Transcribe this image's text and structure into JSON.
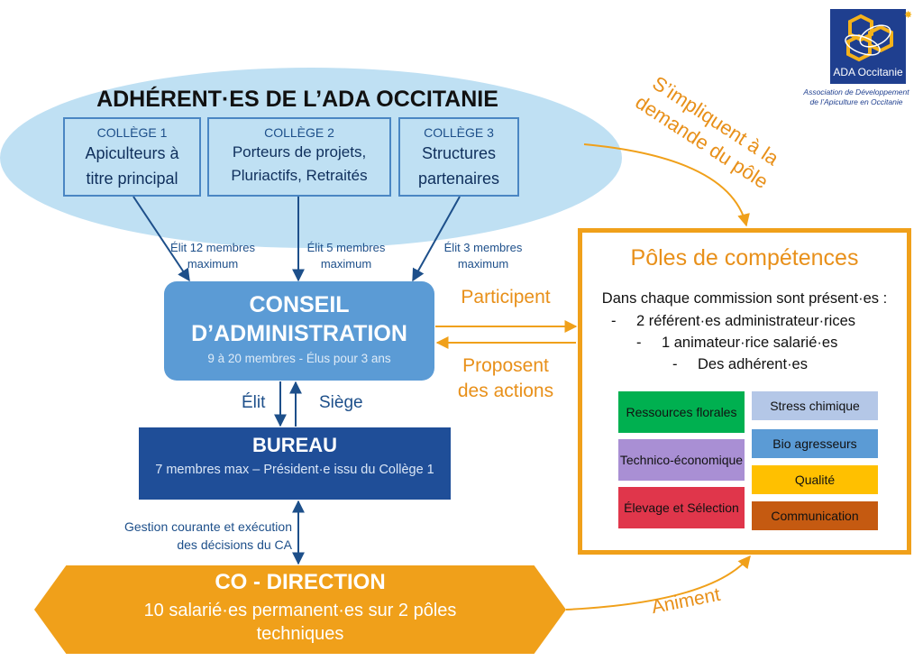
{
  "adherents": {
    "title": "ADHÉRENT·ES DE L’ADA OCCITANIE",
    "colleges": [
      {
        "title": "COLLÈGE 1",
        "line1": "Apiculteurs à",
        "line2": "titre principal"
      },
      {
        "title": "COLLÈGE 2",
        "line1": "Porteurs de projets,",
        "line2": "Pluriactifs, Retraités"
      },
      {
        "title": "COLLÈGE 3",
        "line1": "Structures",
        "line2": "partenaires"
      }
    ],
    "elections": [
      {
        "line1": "Élit 12 membres",
        "line2": "maximum"
      },
      {
        "line1": "Élit 5 membres",
        "line2": "maximum"
      },
      {
        "line1": "Élit 3 membres",
        "line2": "maximum"
      }
    ]
  },
  "conseil": {
    "line1": "CONSEIL",
    "line2": "D’ADMINISTRATION",
    "subtitle": "9 à 20 membres - Élus pour 3 ans"
  },
  "ca_bureau_links": {
    "elit": "Élit",
    "siege": "Siège"
  },
  "bureau": {
    "title": "BUREAU",
    "subtitle": "7 membres max – Président·e issu du Collège 1"
  },
  "gestion": {
    "line1": "Gestion courante et exécution",
    "line2": "des décisions du CA"
  },
  "codirection": {
    "title": "CO - DIRECTION",
    "line1": "10 salarié·es permanent·es sur 2 pôles",
    "line2": "techniques"
  },
  "links": {
    "participent": "Participent",
    "proposent_line1": "Proposent",
    "proposent_line2": "des actions",
    "animent": "Animent",
    "impliquent_line1": "S’impliquent à la",
    "impliquent_line2": "demande du pôle"
  },
  "poles": {
    "title": "Pôles de compétences",
    "intro": "Dans chaque commission sont présent·es :",
    "items": [
      {
        "dash": "-",
        "label": "2 référent·es administrateur·rices"
      },
      {
        "dash": "-",
        "label": "1 animateur·rice salarié·es"
      },
      {
        "dash": "-",
        "label": "Des adhérent·es"
      }
    ],
    "commissions": [
      {
        "label": "Ressources florales",
        "color": "#00b050"
      },
      {
        "label": "Stress chimique",
        "color": "#b4c7e7"
      },
      {
        "label": "Technico-économique",
        "color": "#a98fd4"
      },
      {
        "label": "Bio agresseurs",
        "color": "#5b9bd5"
      },
      {
        "label": "Élevage et Sélection",
        "color": "#e0364b"
      },
      {
        "label": "Qualité",
        "color": "#ffc000"
      },
      {
        "label": "Communication",
        "color": "#c55a11"
      }
    ]
  },
  "logo": {
    "name": "ADA Occitanie",
    "caption_line1": "Association de Développement",
    "caption_line2": "de l’Apiculture en Occitanie"
  },
  "colors": {
    "ellipse": "#bfe0f3",
    "conseil": "#5b9bd5",
    "bureau": "#1f4e98",
    "codirection": "#f0a01a",
    "orange_text": "#e8901a",
    "navy": "#1d4f8a"
  }
}
